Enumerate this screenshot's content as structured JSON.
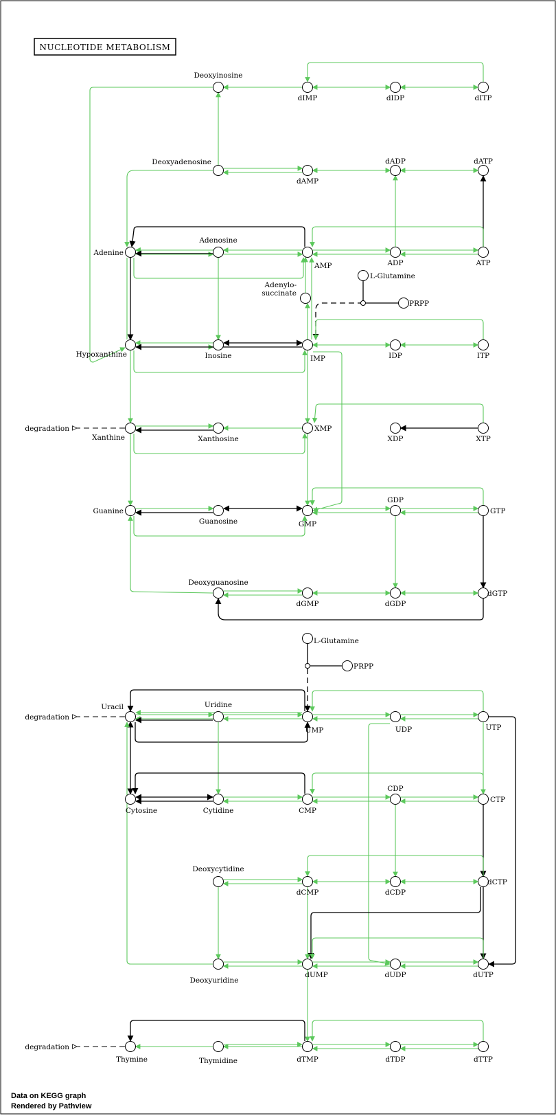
{
  "title": "NUCLEOTIDE METABOLISM",
  "footer": {
    "line1": "Data on KEGG graph",
    "line2": "Rendered by Pathview"
  },
  "colors": {
    "enzyme_edge": "#5cc85c",
    "other_edge": "#000000",
    "node_stroke": "#000000"
  },
  "nodes": [
    {
      "id": "deoxyinosine",
      "label": "Deoxyinosine"
    },
    {
      "id": "dimp",
      "label": "dIMP"
    },
    {
      "id": "didp",
      "label": "dIDP"
    },
    {
      "id": "ditp",
      "label": "dITP"
    },
    {
      "id": "deoxyadenosine",
      "label": "Deoxyadenosine"
    },
    {
      "id": "damp",
      "label": "dAMP"
    },
    {
      "id": "dadp",
      "label": "dADP"
    },
    {
      "id": "datp",
      "label": "dATP"
    },
    {
      "id": "adenine",
      "label": "Adenine"
    },
    {
      "id": "adenosine",
      "label": "Adenosine"
    },
    {
      "id": "amp",
      "label": "AMP"
    },
    {
      "id": "adp",
      "label": "ADP"
    },
    {
      "id": "atp",
      "label": "ATP"
    },
    {
      "id": "lglutamine1",
      "label": "L-Glutamine"
    },
    {
      "id": "prpp1",
      "label": "PRPP"
    },
    {
      "id": "adenylosuccinate",
      "label": "Adenylo-\nsuccinate"
    },
    {
      "id": "hypoxanthine",
      "label": "Hypoxanthine"
    },
    {
      "id": "inosine",
      "label": "Inosine"
    },
    {
      "id": "imp",
      "label": "IMP"
    },
    {
      "id": "idp",
      "label": "IDP"
    },
    {
      "id": "itp",
      "label": "ITP"
    },
    {
      "id": "xanthine",
      "label": "Xanthine"
    },
    {
      "id": "xanthosine",
      "label": "Xanthosine"
    },
    {
      "id": "xmp",
      "label": "XMP"
    },
    {
      "id": "xdp",
      "label": "XDP"
    },
    {
      "id": "xtp",
      "label": "XTP"
    },
    {
      "id": "guanine",
      "label": "Guanine"
    },
    {
      "id": "guanosine",
      "label": "Guanosine"
    },
    {
      "id": "gmp",
      "label": "GMP"
    },
    {
      "id": "gdp",
      "label": "GDP"
    },
    {
      "id": "gtp",
      "label": "GTP"
    },
    {
      "id": "deoxyguanosine",
      "label": "Deoxyguanosine"
    },
    {
      "id": "dgmp",
      "label": "dGMP"
    },
    {
      "id": "dgdp",
      "label": "dGDP"
    },
    {
      "id": "dgtp",
      "label": "dGTP"
    },
    {
      "id": "lglutamine2",
      "label": "L-Glutamine"
    },
    {
      "id": "prpp2",
      "label": "PRPP"
    },
    {
      "id": "uracil",
      "label": "Uracil"
    },
    {
      "id": "uridine",
      "label": "Uridine"
    },
    {
      "id": "ump",
      "label": "UMP"
    },
    {
      "id": "udp",
      "label": "UDP"
    },
    {
      "id": "utp",
      "label": "UTP"
    },
    {
      "id": "cytosine",
      "label": "Cytosine"
    },
    {
      "id": "cytidine",
      "label": "Cytidine"
    },
    {
      "id": "cmp",
      "label": "CMP"
    },
    {
      "id": "cdp",
      "label": "CDP"
    },
    {
      "id": "ctp",
      "label": "CTP"
    },
    {
      "id": "deoxycytidine",
      "label": "Deoxycytidine"
    },
    {
      "id": "dcmp",
      "label": "dCMP"
    },
    {
      "id": "dcdp",
      "label": "dCDP"
    },
    {
      "id": "dctp",
      "label": "dCTP"
    },
    {
      "id": "deoxyuridine",
      "label": "Deoxyuridine"
    },
    {
      "id": "dump",
      "label": "dUMP"
    },
    {
      "id": "dudp",
      "label": "dUDP"
    },
    {
      "id": "dutp",
      "label": "dUTP"
    },
    {
      "id": "thymine",
      "label": "Thymine"
    },
    {
      "id": "thymidine",
      "label": "Thymidine"
    },
    {
      "id": "dtmp",
      "label": "dTMP"
    },
    {
      "id": "dtdp",
      "label": "dTDP"
    },
    {
      "id": "dttp",
      "label": "dTTP"
    }
  ],
  "degradation_labels": [
    {
      "id": "deg_xanthine",
      "label": "degradation"
    },
    {
      "id": "deg_uracil",
      "label": "degradation"
    },
    {
      "id": "deg_thymine",
      "label": "degradation"
    }
  ]
}
